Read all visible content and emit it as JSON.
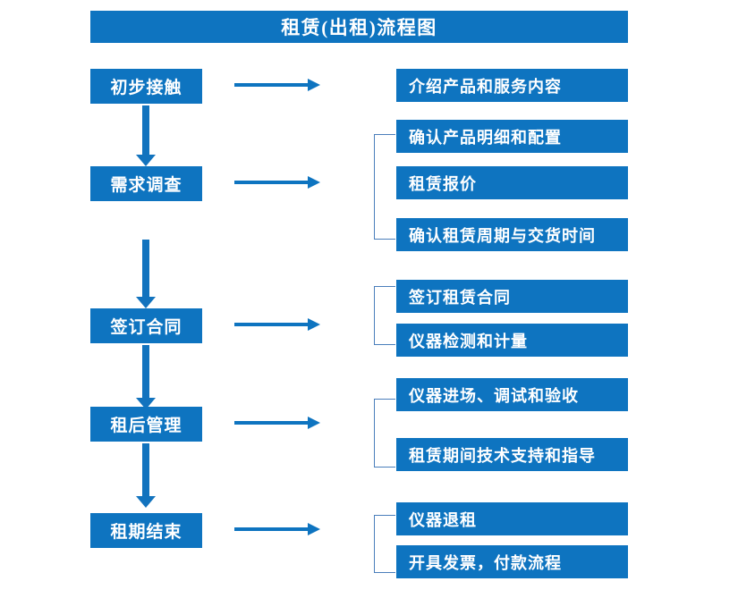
{
  "diagram": {
    "title": "租赁(出租)流程图",
    "colors": {
      "box_fill": "#0E74C0",
      "box_text": "#FFFFFF",
      "arrow": "#1273BE",
      "bracket": "#4A7EBB",
      "background": "#FFFFFF"
    },
    "stages": [
      {
        "label": "初步接触",
        "details": [
          "介绍产品和服务内容"
        ]
      },
      {
        "label": "需求调查",
        "details": [
          "确认产品明细和配置",
          "租赁报价",
          "确认租赁周期与交货时间"
        ]
      },
      {
        "label": "签订合同",
        "details": [
          "签订租赁合同",
          "仪器检测和计量"
        ]
      },
      {
        "label": "租后管理",
        "details": [
          "仪器进场、调试和验收",
          "租赁期间技术支持和指导"
        ]
      },
      {
        "label": "租期结束",
        "details": [
          "仪器退租",
          "开具发票，付款流程"
        ]
      }
    ]
  }
}
